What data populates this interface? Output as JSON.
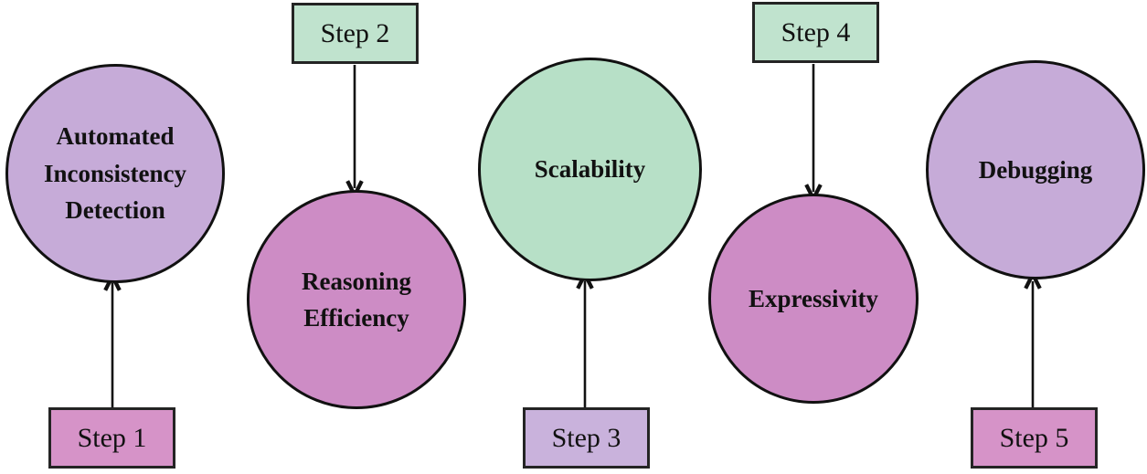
{
  "background_color": "#ffffff",
  "stroke_color": "#111111",
  "diagram": {
    "circles": [
      {
        "label": "Automated Inconsistency Detection",
        "fill": "#c6abd8"
      },
      {
        "label": "Reasoning Efficiency",
        "fill": "#cd8cc5"
      },
      {
        "label": "Scalability",
        "fill": "#b7e0c7"
      },
      {
        "label": "Expressivity",
        "fill": "#cd8cc5"
      },
      {
        "label": "Debugging",
        "fill": "#c6abd8"
      }
    ],
    "steps": [
      {
        "label": "Step 1",
        "fill": "#d693c8",
        "arrow_direction": "up",
        "target": "Automated Inconsistency Detection"
      },
      {
        "label": "Step 2",
        "fill": "#c0e3ce",
        "arrow_direction": "down",
        "target": "Reasoning Efficiency"
      },
      {
        "label": "Step 3",
        "fill": "#c9b2dc",
        "arrow_direction": "up",
        "target": "Scalability"
      },
      {
        "label": "Step 4",
        "fill": "#c0e3ce",
        "arrow_direction": "down",
        "target": "Expressivity"
      },
      {
        "label": "Step 5",
        "fill": "#d693c8",
        "arrow_direction": "up",
        "target": "Debugging"
      }
    ]
  }
}
